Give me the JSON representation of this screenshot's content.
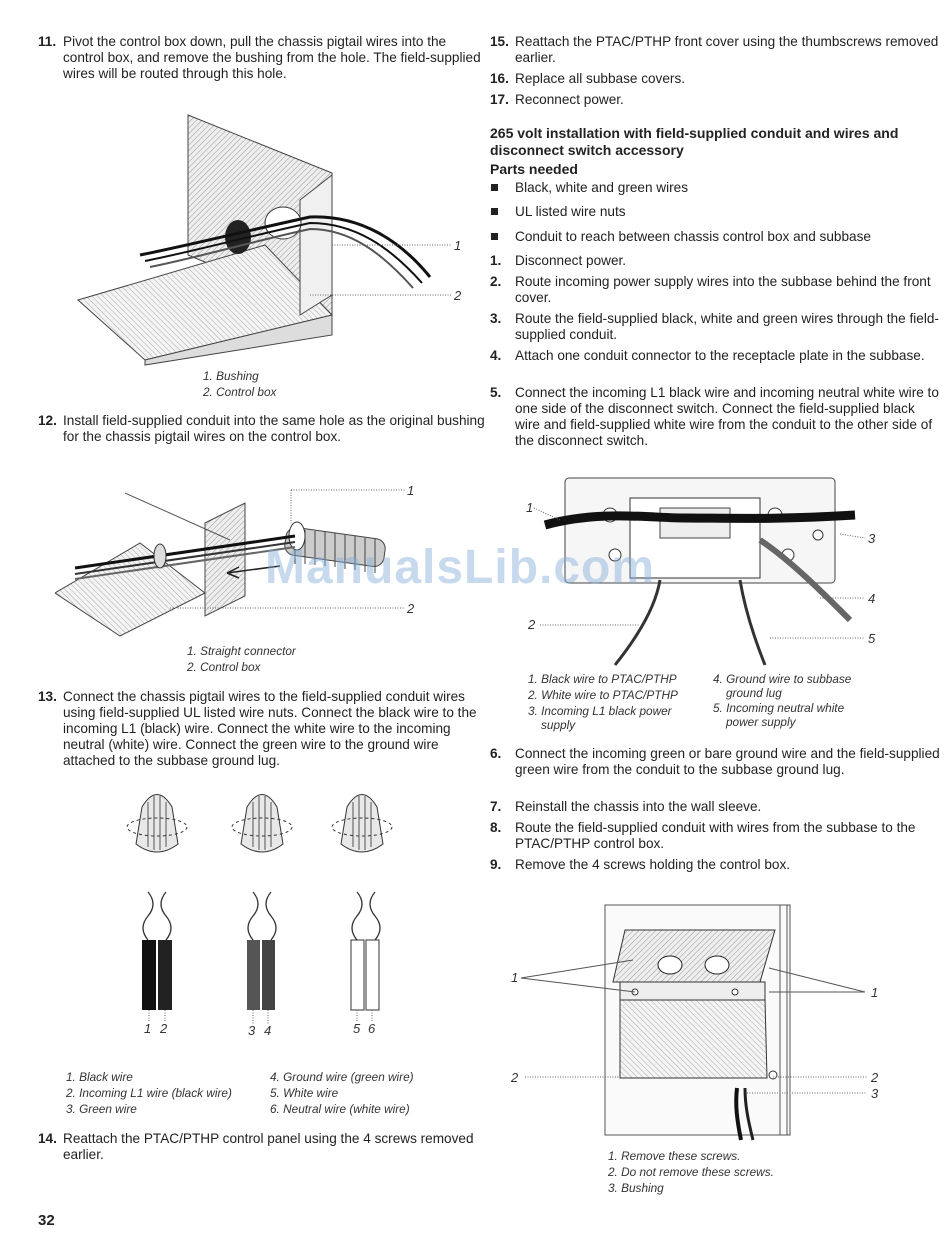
{
  "left": {
    "step11": {
      "num": "11.",
      "text": "Pivot the control box down, pull the chassis pigtail wires into the control box, and remove the bushing from the hole. The field-supplied wires will be routed through this hole."
    },
    "fig1": {
      "callouts": [
        "1",
        "2"
      ],
      "captions": [
        "1. Bushing",
        "2. Control box"
      ]
    },
    "step12": {
      "num": "12.",
      "text": "Install field-supplied conduit into the same hole as the original bushing for the chassis pigtail wires on the control box."
    },
    "fig2": {
      "callouts": [
        "1",
        "2"
      ],
      "captions": [
        "1. Straight connector",
        "2. Control box"
      ]
    },
    "step13": {
      "num": "13.",
      "text": "Connect the chassis pigtail wires to the field-supplied conduit wires using field-supplied UL listed wire nuts. Connect the black wire to the incoming L1 (black) wire. Connect the white wire to the incoming neutral (white) wire. Connect the green wire to the ground wire attached to the subbase ground lug."
    },
    "fig3": {
      "callouts": [
        "1",
        "2",
        "3",
        "4",
        "5",
        "6"
      ],
      "captions_left": [
        "1. Black wire",
        "2. Incoming L1 wire (black wire)",
        "3. Green wire"
      ],
      "captions_right": [
        "4. Ground wire (green wire)",
        "5. White wire",
        "6. Neutral wire (white wire)"
      ]
    },
    "step14": {
      "num": "14.",
      "text": "Reattach the PTAC/PTHP control panel using the 4 screws removed earlier."
    }
  },
  "right": {
    "step15": {
      "num": "15.",
      "text": "Reattach the PTAC/PTHP front cover using the thumbscrews removed earlier."
    },
    "step16": {
      "num": "16.",
      "text": "Replace all subbase covers."
    },
    "step17": {
      "num": "17.",
      "text": "Reconnect power."
    },
    "section_title": "265 volt installation with field-supplied conduit and wires and disconnect switch accessory",
    "parts_title": "Parts needed",
    "parts": [
      "Black, white and green wires",
      "UL listed wire nuts",
      "Conduit to reach between chassis control box and subbase"
    ],
    "steps": [
      {
        "num": "1.",
        "text": "Disconnect power."
      },
      {
        "num": "2.",
        "text": "Route incoming power supply wires into the subbase behind the front cover."
      },
      {
        "num": "3.",
        "text": "Route the field-supplied black, white and green wires through the field-supplied conduit."
      },
      {
        "num": "4.",
        "text": "Attach one conduit connector to the receptacle plate in the subbase."
      },
      {
        "num": "5.",
        "text": "Connect the incoming L1 black wire and incoming neutral white wire to one side of the disconnect switch. Connect the field-supplied black wire and field-supplied white wire from the conduit to the other side of the disconnect switch."
      }
    ],
    "fig4": {
      "callouts": [
        "1",
        "2",
        "3",
        "4",
        "5"
      ],
      "captions_left": [
        "1. Black wire to PTAC/PTHP",
        "2. White wire to PTAC/PTHP",
        "3. Incoming L1 black power",
        "supply"
      ],
      "captions_right": [
        "4. Ground wire to subbase",
        "ground lug",
        "5. Incoming neutral white",
        "power supply"
      ]
    },
    "steps2": [
      {
        "num": "6.",
        "text": "Connect the incoming green or bare ground wire and the field-supplied green wire from the conduit to the subbase ground lug."
      },
      {
        "num": "7.",
        "text": "Reinstall the chassis into the wall sleeve."
      },
      {
        "num": "8.",
        "text": "Route the field-supplied conduit with wires from the subbase to the PTAC/PTHP control box."
      },
      {
        "num": "9.",
        "text": "Remove the 4 screws holding the control box."
      }
    ],
    "fig5": {
      "callouts": [
        "1",
        "1",
        "2",
        "2",
        "3"
      ],
      "captions": [
        "1. Remove these screws.",
        "2. Do not remove these screws.",
        "3. Bushing"
      ]
    }
  },
  "page_number": "32",
  "watermark": "ManualsLib.com"
}
